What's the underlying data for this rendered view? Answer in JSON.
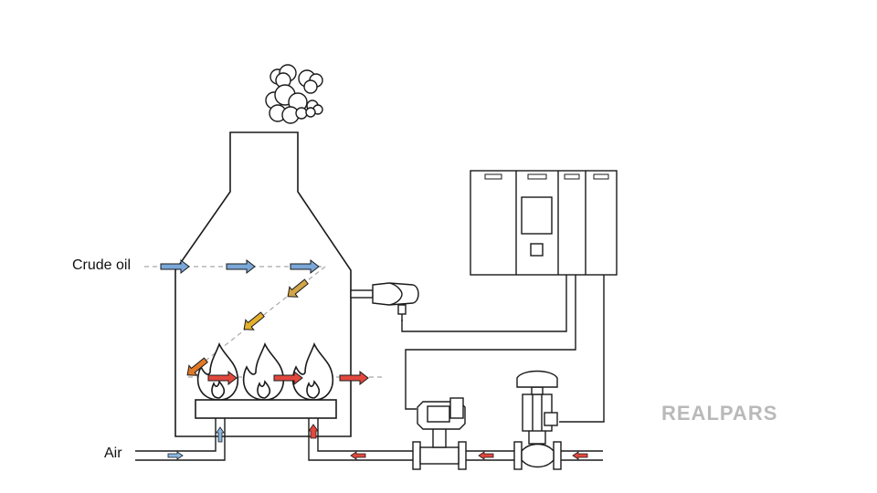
{
  "labels": {
    "crude_oil": "Crude oil",
    "air": "Air"
  },
  "brand": {
    "name": "REALPARS"
  },
  "colors": {
    "line": "#1a1a1a",
    "crude_arrow": "#7aa7d8",
    "hot_arrow": "#e2483d",
    "mixed_arrow": "#e0a12a",
    "air_arrow": "#8bb8e6",
    "brand": "#b9b9b9"
  },
  "icons": [
    "smoke-cloud-icon",
    "flame-icon",
    "temperature-transmitter-icon",
    "flow-meter-icon",
    "control-valve-icon",
    "plc-icon"
  ]
}
